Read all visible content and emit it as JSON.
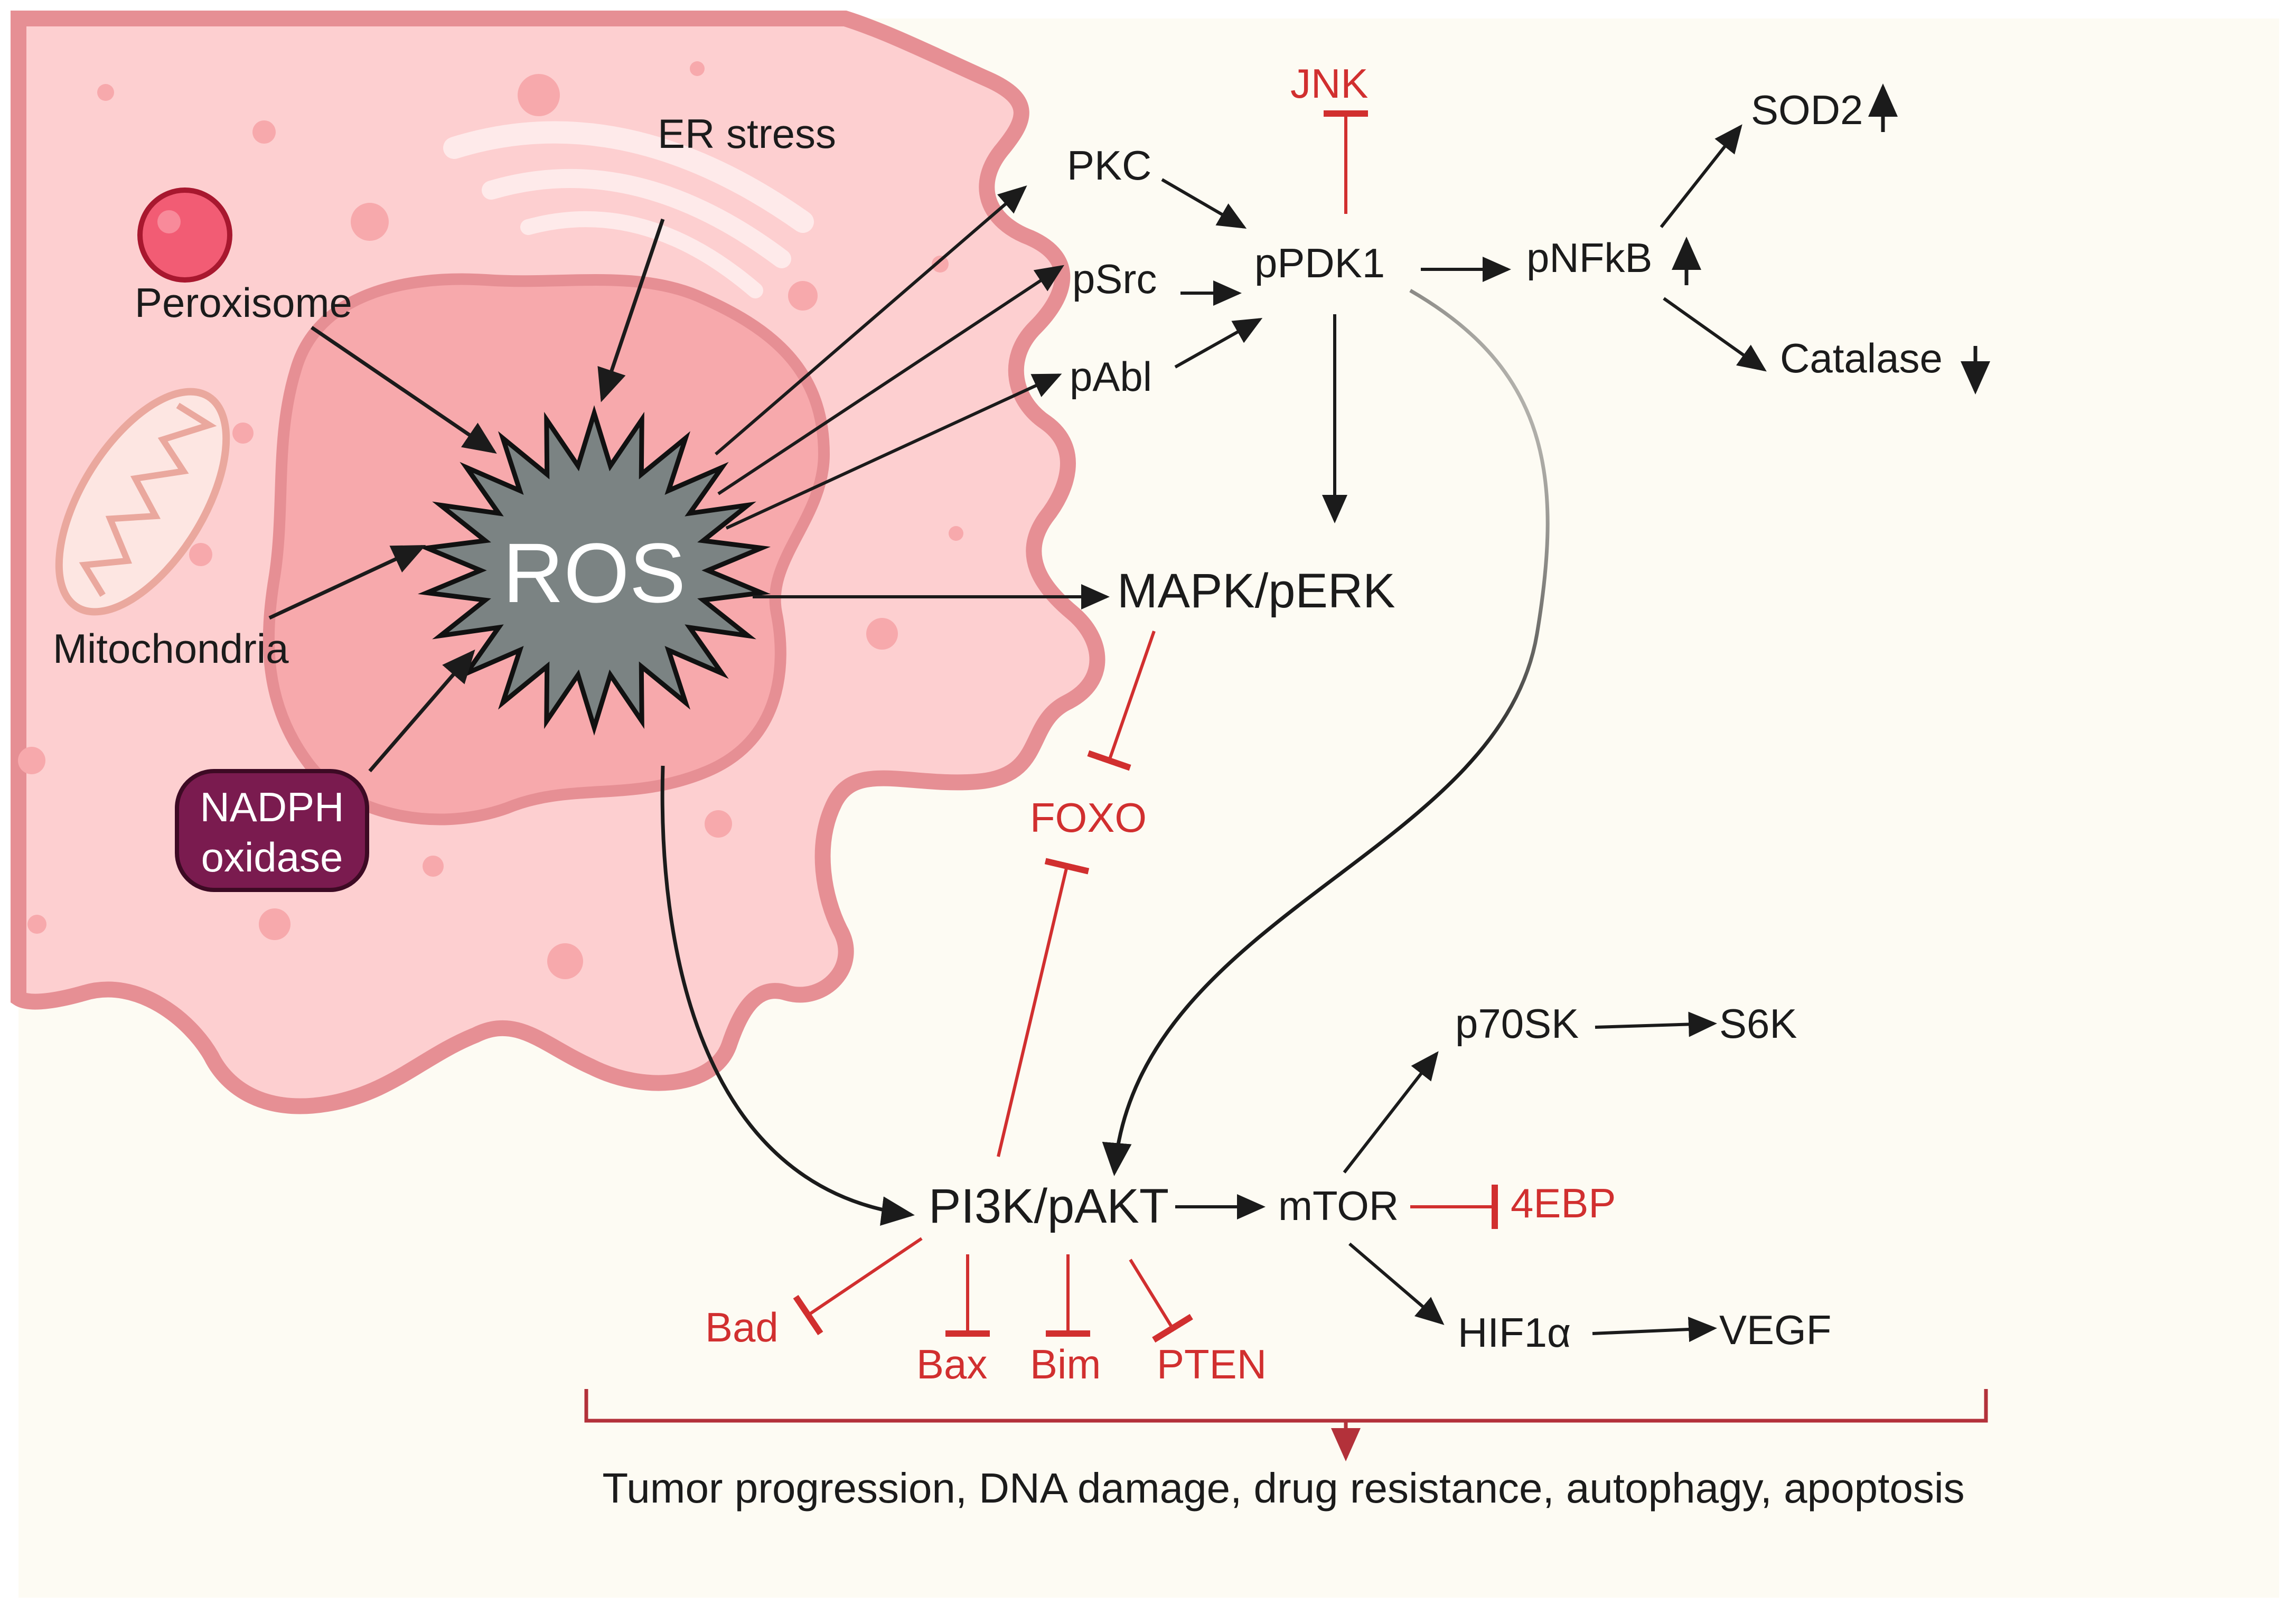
{
  "colors": {
    "background": "#fdfbf3",
    "cell_fill": "#fdcfd0",
    "cell_outline": "#e68f94",
    "nucleus_fill": "#f7a9ac",
    "ros_fill": "#7b8383",
    "activation": "#1b1b1b",
    "inhibition": "#d12f2f",
    "nadph_fill": "#7a1b4f",
    "peroxisome_fill": "#f25c74"
  },
  "sources": {
    "peroxisome": "Peroxisome",
    "er_stress": "ER stress",
    "mitochondria": "Mitochondria",
    "nadph_line1": "NADPH",
    "nadph_line2": "oxidase"
  },
  "central": {
    "ros": "ROS"
  },
  "nodes": {
    "pkc": "PKC",
    "psrc": "pSrc",
    "pabl": "pAbl",
    "ppdk1": "pPDK1",
    "jnk": "JNK",
    "pnfkb": "pNFkB",
    "sod2": "SOD2",
    "catalase": "Catalase",
    "mapk": "MAPK/pERK",
    "foxo": "FOXO",
    "pi3k": "PI3K/pAKT",
    "mtor": "mTOR",
    "p70sk": "p70SK",
    "s6k": "S6K",
    "ebp4": "4EBP",
    "hif1a": "HIF1α",
    "vegf": "VEGF",
    "bad": "Bad",
    "bax": "Bax",
    "bim": "Bim",
    "pten": "PTEN"
  },
  "outcome": "Tumor progression, DNA damage, drug resistance, autophagy, apoptosis"
}
